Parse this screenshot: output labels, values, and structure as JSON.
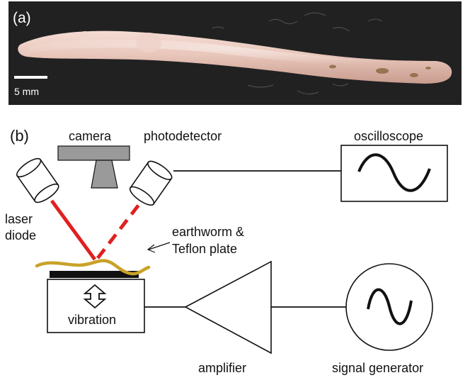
{
  "panel_a": {
    "label": "(a)",
    "scale_bar_label": "5 mm",
    "photo_background": "#1c1c1e",
    "worm_color": "#e8c8bd"
  },
  "panel_b": {
    "label": "(b)",
    "labels": {
      "camera": "camera",
      "photodetector": "photodetector",
      "oscilloscope": "oscilloscope",
      "laser_line1": "laser",
      "laser_line2": "diode",
      "sample_line1": "earthworm &",
      "sample_line2": "Teflon plate",
      "vibration": "vibration",
      "amplifier": "amplifier",
      "signal_generator": "signal generator"
    },
    "colors": {
      "laser_beam": "#e02020",
      "earthworm": "#c9a227",
      "camera_gray": "#9a9a9a",
      "outline": "#111111"
    }
  }
}
